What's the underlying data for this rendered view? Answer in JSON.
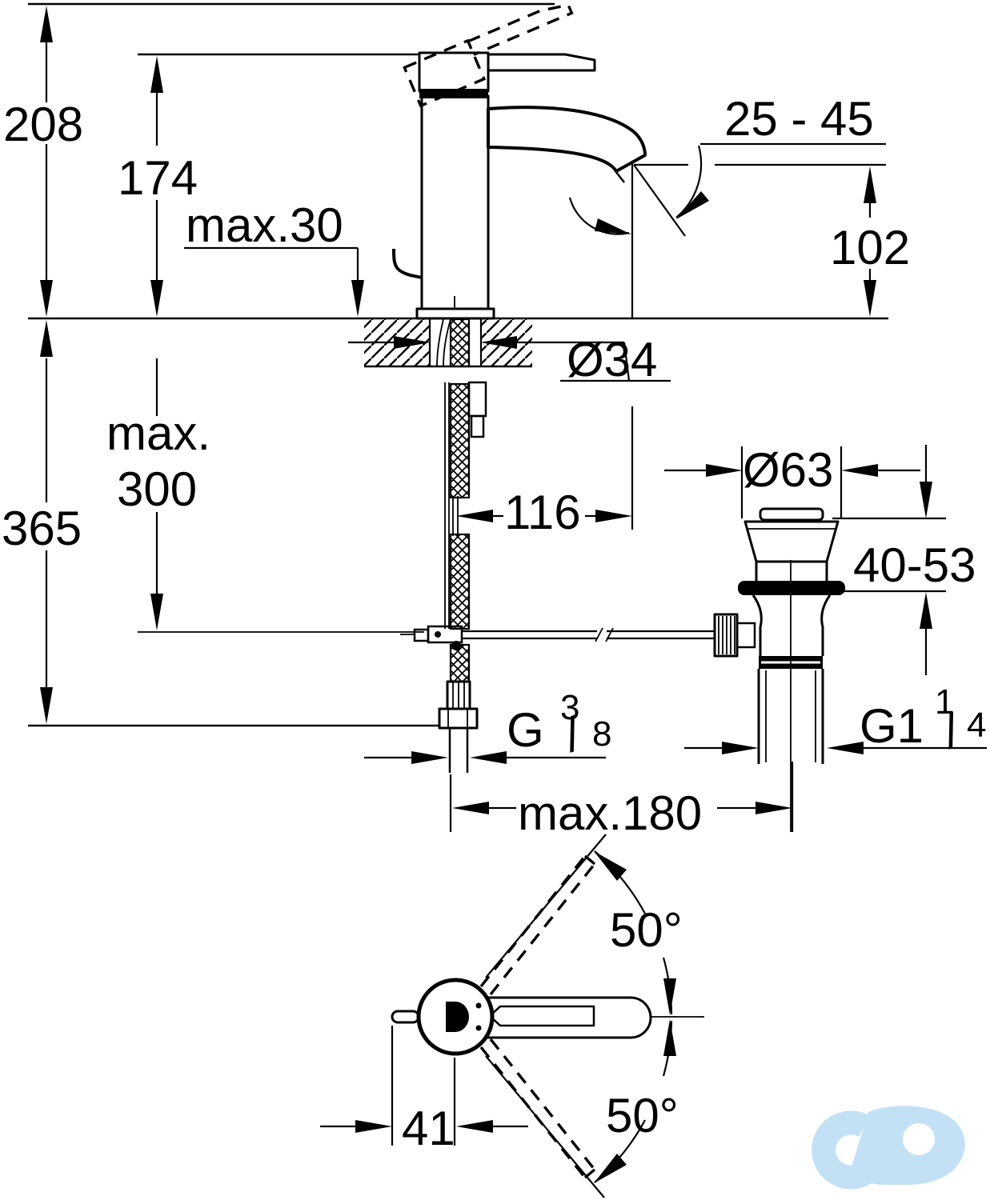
{
  "labels": {
    "total_height": "208",
    "body_height": "174",
    "deck_thickness": "max.30",
    "aerator_angle": "25 - 45",
    "outlet_height": "102",
    "hole_diameter": "Ø34",
    "hose_max_word": "max.",
    "hose_max_value": "300",
    "below_deck_total": "365",
    "spout_reach": "116",
    "waste_flange_diameter": "Ø63",
    "basin_thickness": "40-53",
    "supply_thread_prefix": "G",
    "supply_thread_numerator": "3",
    "supply_thread_slash": "/",
    "supply_thread_denominator": "8",
    "waste_thread_prefix": "G1",
    "waste_thread_numerator": "1",
    "waste_thread_slash": "/",
    "waste_thread_denominator": "4",
    "rod_span": "max.180",
    "handle_swing_upper": "50°",
    "handle_swing_lower": "50°",
    "handle_offset": "41"
  },
  "colors": {
    "line": "#000000",
    "logo": "#c3e1f5"
  }
}
